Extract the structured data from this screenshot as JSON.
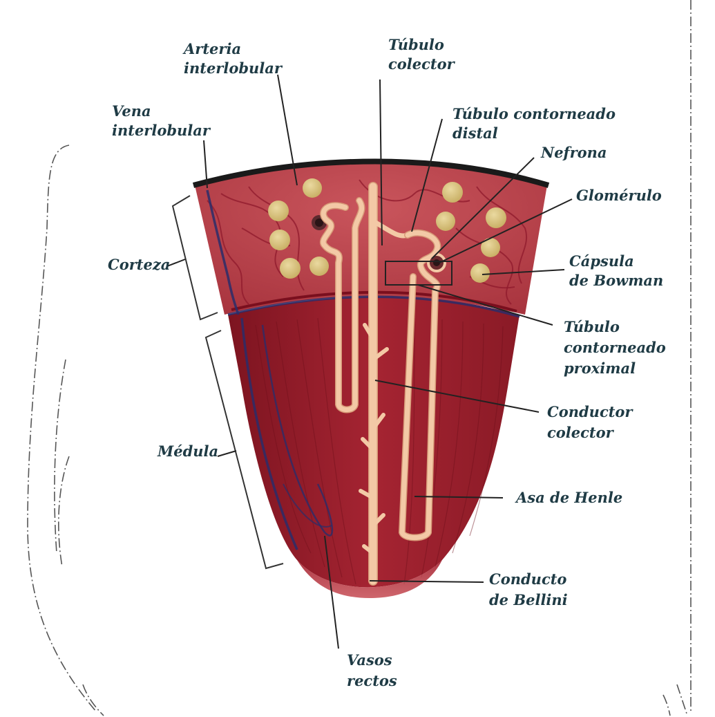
{
  "labels": {
    "arteria_interlobular": [
      "Arteria",
      "interlobular"
    ],
    "tubulo_colector": [
      "Túbulo",
      "colector"
    ],
    "vena_interlobular": [
      "Vena",
      "interlobular"
    ],
    "tubulo_contorneado_distal": [
      "Túbulo contorneado",
      "distal"
    ],
    "nefrona": [
      "Nefrona"
    ],
    "glomerulo": [
      "Glomérulo"
    ],
    "corteza": [
      "Corteza"
    ],
    "capsula_bowman": [
      "Cápsula",
      "de Bowman"
    ],
    "tubulo_contorneado_proximal": [
      "Túbulo",
      "contorneado",
      "proximal"
    ],
    "conductor_colector": [
      "Conductor",
      "colector"
    ],
    "medula": [
      "Médula"
    ],
    "asa_henle": [
      "Asa de Henle"
    ],
    "conducto_bellini": [
      "Conducto",
      "de Bellini"
    ],
    "vasos_rectos": [
      "Vasos",
      "rectos"
    ]
  },
  "colors": {
    "cortex": "#b8404a",
    "medulla": "#9c1f2a",
    "capsule_rim": "#1a1a1a",
    "glomerulus": "#d9c27a",
    "tubule": "#f3c9a6",
    "vein": "#2a2d6a"
  }
}
